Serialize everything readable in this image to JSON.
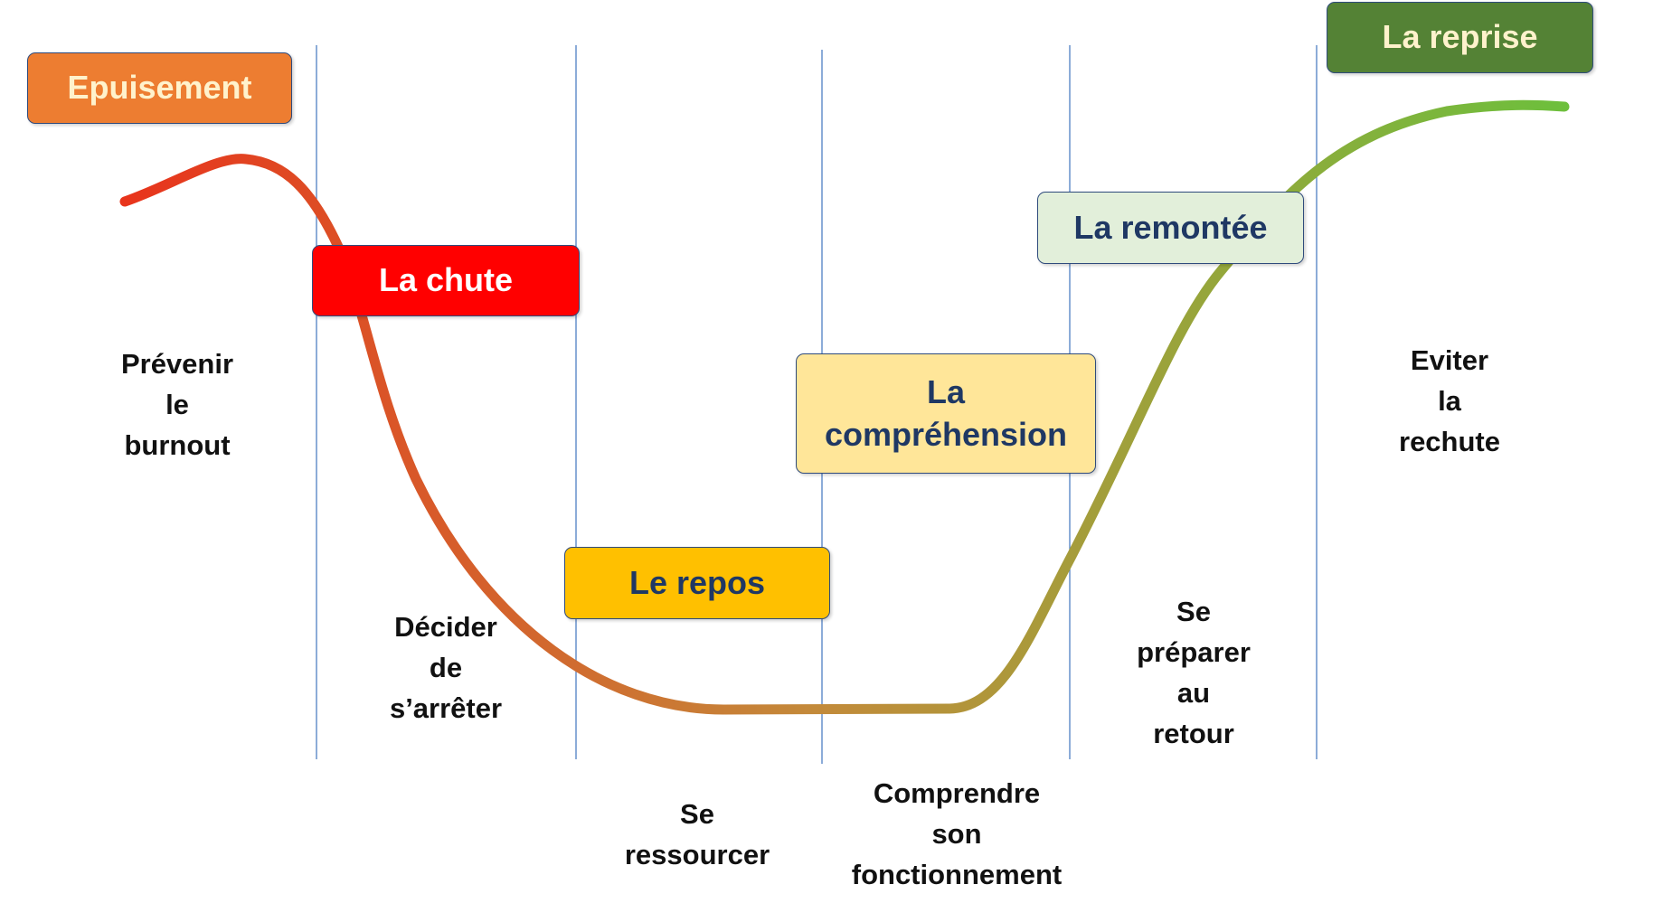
{
  "diagram": {
    "stages": [
      {
        "id": "epuisement",
        "label": "Epuisement",
        "fill": "#ed7d31",
        "text_color": "#fff2cc"
      },
      {
        "id": "chute",
        "label": "La chute",
        "fill": "#ff0000",
        "text_color": "#ffffff"
      },
      {
        "id": "repos",
        "label": "Le repos",
        "fill": "#ffc000",
        "text_color": "#1f3864"
      },
      {
        "id": "comprehension",
        "label_lines": [
          "La",
          "compréhension"
        ],
        "fill": "#ffe699",
        "text_color": "#1f3864"
      },
      {
        "id": "remontee",
        "label": "La remontée",
        "fill": "#e2efda",
        "text_color": "#1f3864"
      },
      {
        "id": "reprise",
        "label": "La reprise",
        "fill": "#548235",
        "text_color": "#fff2cc"
      }
    ],
    "actions": [
      {
        "id": "prevenir",
        "lines": [
          "Prévenir",
          "le",
          "burnout"
        ]
      },
      {
        "id": "decider",
        "lines": [
          "Décider",
          "de",
          "s’arrêter"
        ]
      },
      {
        "id": "ressourcer",
        "lines": [
          "Se",
          "ressourcer"
        ]
      },
      {
        "id": "comprendre",
        "lines": [
          "Comprendre",
          "son",
          "fonctionnement"
        ]
      },
      {
        "id": "preparer",
        "lines": [
          "Se",
          "préparer",
          "au",
          "retour"
        ]
      },
      {
        "id": "eviter",
        "lines": [
          "Eviter",
          "la",
          "rechute"
        ]
      }
    ],
    "colors": {
      "curve_start": "#e8341c",
      "curve_mid": "#c38a3a",
      "curve_end": "#6dbf3c",
      "divider": "#4f7fc4",
      "action_text": "#111111"
    }
  }
}
